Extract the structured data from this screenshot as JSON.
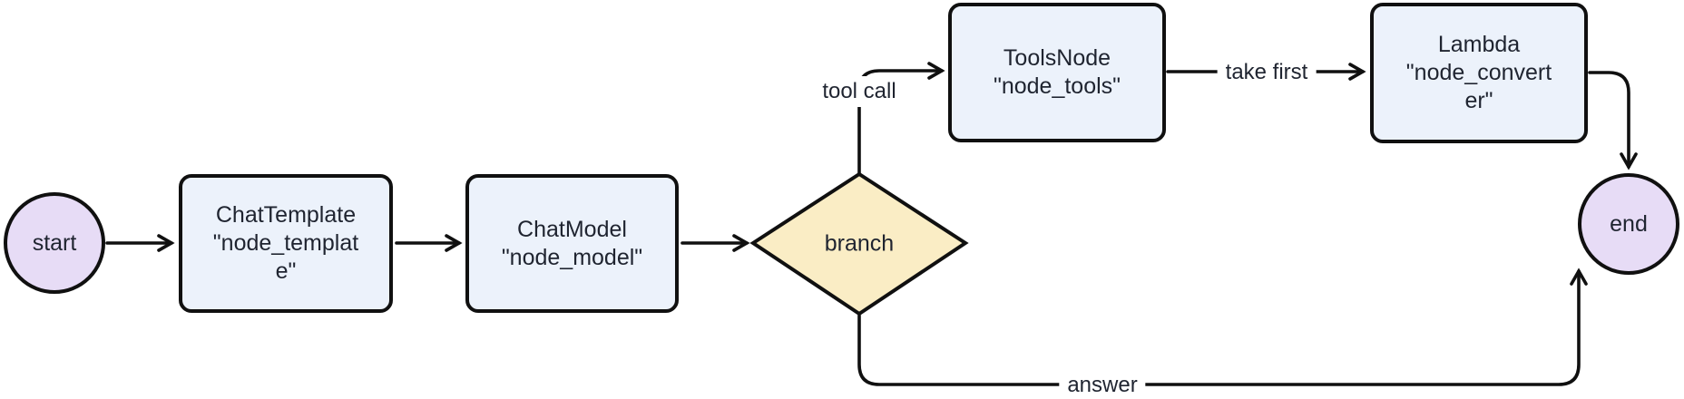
{
  "diagram": {
    "type": "flowchart",
    "direction": "left-to-right",
    "nodes": {
      "start": {
        "label": "start",
        "shape": "circle",
        "fill": "#E7DCF6"
      },
      "node_template": {
        "label": "ChatTemplate\n\"node_templat\ne\"",
        "shape": "rounded-rect",
        "fill": "#ECF2FB"
      },
      "node_model": {
        "label": "ChatModel\n\"node_model\"",
        "shape": "rounded-rect",
        "fill": "#ECF2FB"
      },
      "branch": {
        "label": "branch",
        "shape": "diamond",
        "fill": "#FAEDC5"
      },
      "node_tools": {
        "label": "ToolsNode\n\"node_tools\"",
        "shape": "rounded-rect",
        "fill": "#ECF2FB"
      },
      "node_converter": {
        "label": "Lambda\n\"node_convert\ner\"",
        "shape": "rounded-rect",
        "fill": "#ECF2FB"
      },
      "end": {
        "label": "end",
        "shape": "circle",
        "fill": "#E7DCF6"
      }
    },
    "edges": [
      {
        "from": "start",
        "to": "node_template",
        "label": ""
      },
      {
        "from": "node_template",
        "to": "node_model",
        "label": ""
      },
      {
        "from": "node_model",
        "to": "branch",
        "label": ""
      },
      {
        "from": "branch",
        "to": "node_tools",
        "label": "tool call"
      },
      {
        "from": "node_tools",
        "to": "node_converter",
        "label": "take first"
      },
      {
        "from": "node_converter",
        "to": "end",
        "label": ""
      },
      {
        "from": "branch",
        "to": "end",
        "label": "answer"
      }
    ],
    "colors": {
      "background": "#ffffff",
      "stroke": "#101010",
      "text": "#1f2430",
      "rect_fill": "#ECF2FB",
      "circle_fill": "#E7DCF6",
      "diamond_fill": "#FAEDC5"
    }
  }
}
